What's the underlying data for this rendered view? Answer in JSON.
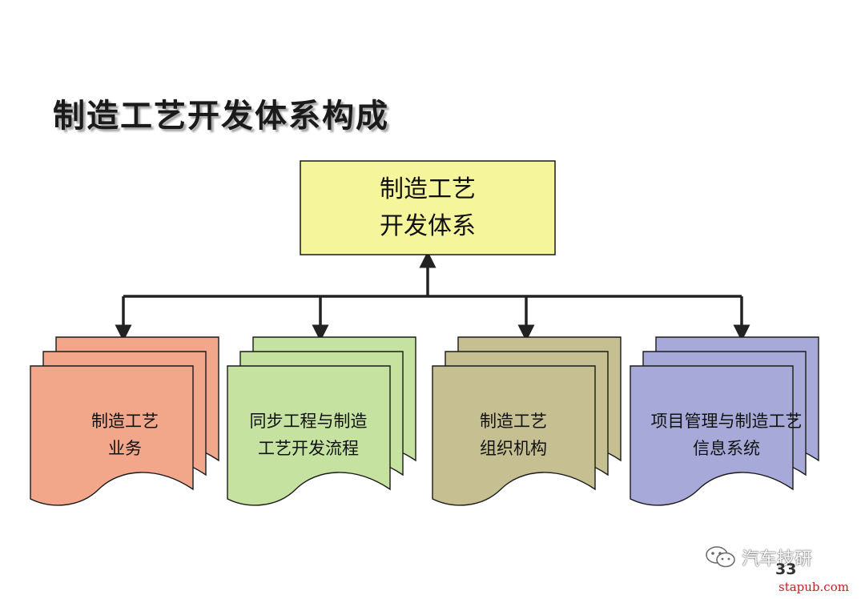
{
  "title": "制造工艺开发体系构成",
  "root": {
    "line1": "制造工艺",
    "line2": "开发体系",
    "fill": "#f5f59b"
  },
  "cards": [
    {
      "line1": "制造工艺",
      "line2": "业务",
      "fill": "#f2a78a"
    },
    {
      "line1": "同步工程与制造",
      "line2": "工艺开发流程",
      "fill": "#c6e2a0"
    },
    {
      "line1": "制造工艺",
      "line2": "组织机构",
      "fill": "#c5bf92"
    },
    {
      "line1": "项目管理与制造工艺",
      "line2": "信息系统",
      "fill": "#a7aad8"
    }
  ],
  "colors": {
    "stroke": "#1a1a1a",
    "connector": "#222222"
  },
  "page_number": "33",
  "watermark": {
    "icon": "wechat-icon",
    "text": "汽车技研"
  },
  "site": "stapub.com"
}
